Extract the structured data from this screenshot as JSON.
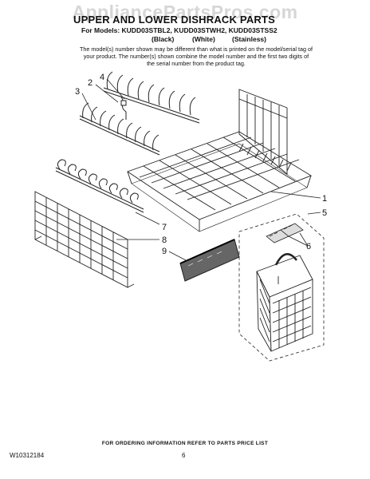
{
  "watermark": "AppliancePartsPros.com",
  "header": {
    "title": "UPPER AND LOWER DISHRACK PARTS",
    "models": "For Models: KUDD03STBL2, KUDD03STWH2, KUDD03STSS2",
    "variants": [
      "(Black)",
      "(White)",
      "(Stainless)"
    ],
    "note": "The model(s) number shown may be different than what is printed on the model/serial tag of your product. The number(s) shown combine the model number and the first two digits of the serial number from the product tag."
  },
  "callouts": [
    "1",
    "2",
    "3",
    "4",
    "5",
    "6",
    "7",
    "8",
    "9"
  ],
  "footer": {
    "info": "FOR ORDERING INFORMATION REFER TO PARTS PRICE LIST",
    "doc_number": "W10312184",
    "page": "6"
  }
}
